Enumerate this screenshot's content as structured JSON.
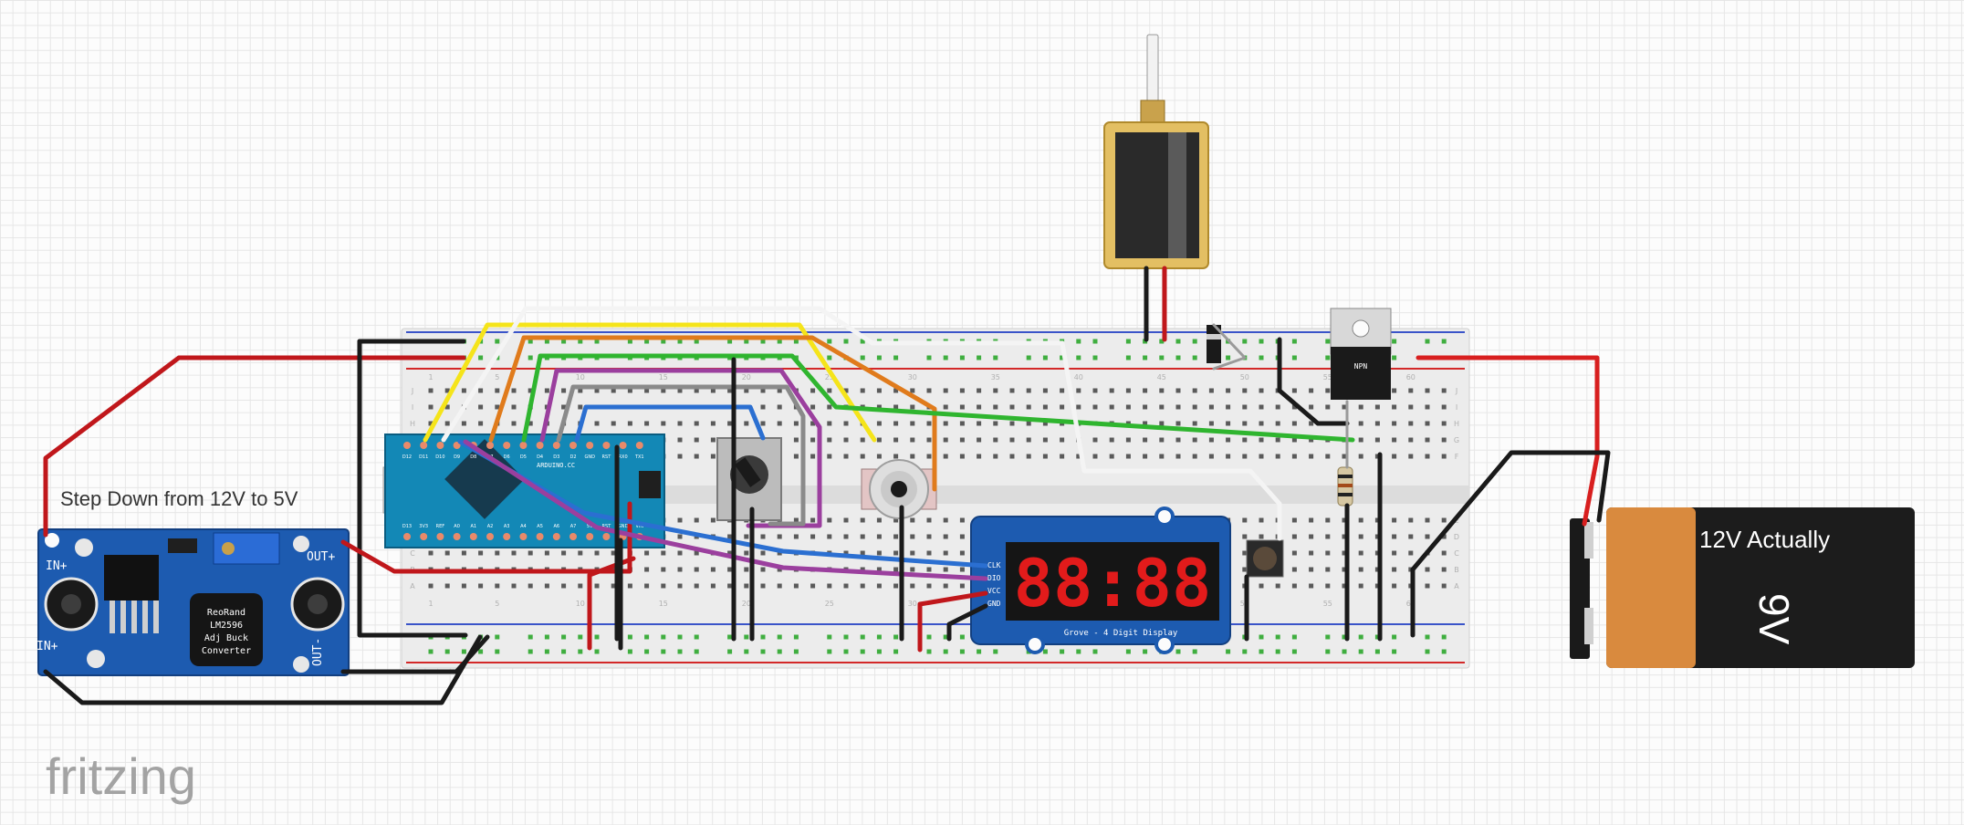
{
  "labels": {
    "step_down": "Step Down from 12V to 5V",
    "battery_label": "12V Actually",
    "battery_voltage": "9V",
    "logo": "fritzing"
  },
  "buck_converter": {
    "in_plus": "IN+",
    "in_minus": "IN+",
    "out_plus": "OUT+",
    "out_minus": "OUT-",
    "chip_lines": [
      "ReoRand",
      "LM2596",
      "Adj Buck",
      "Converter"
    ]
  },
  "display_module": {
    "digits": "88:88",
    "pins": [
      "CLK",
      "DIO",
      "VCC",
      "GND"
    ],
    "caption": "Grove - 4 Digit Display"
  },
  "transistor": {
    "label": "NPN"
  },
  "breadboard": {
    "rows": [
      "J",
      "I",
      "H",
      "G",
      "F",
      "E",
      "D",
      "C",
      "B",
      "A"
    ],
    "columns": [
      "1",
      "5",
      "10",
      "15",
      "20",
      "25",
      "30",
      "35",
      "40",
      "45",
      "50",
      "55",
      "60"
    ]
  },
  "arduino": {
    "name": "ARDUINO.CC",
    "top_pins": [
      "D12",
      "D11",
      "D10",
      "D9",
      "D8",
      "D7",
      "D6",
      "D5",
      "D4",
      "D3",
      "D2",
      "GND",
      "RST",
      "RX0",
      "TX1"
    ],
    "bottom_pins": [
      "D13",
      "3V3",
      "REF",
      "A0",
      "A1",
      "A2",
      "A3",
      "A4",
      "A5",
      "A6",
      "A7",
      "5V",
      "RST",
      "GND",
      "VIN"
    ]
  },
  "colors": {
    "wire_red": "#c0171b",
    "wire_black": "#1a1a1a",
    "wire_yellow": "#f5e41a",
    "wire_orange": "#e07b1c",
    "wire_green": "#2fb52f",
    "wire_purple": "#9b3f9e",
    "wire_gray": "#8a8a8a",
    "wire_blue": "#2b6fd1",
    "wire_white": "#f4f4f4",
    "pcb_blue": "#1d5bb0",
    "arduino_teal": "#1388b6",
    "battery_orange": "#d98a3e",
    "segment_red": "#e21b1b"
  }
}
